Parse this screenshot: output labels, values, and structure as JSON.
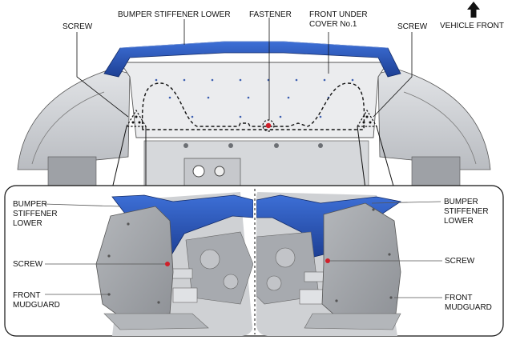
{
  "top_view": {
    "labels": {
      "bumper_stiffener_lower": "BUMPER STIFFENER LOWER",
      "fastener": "FASTENER",
      "front_under_cover_1": "FRONT UNDER",
      "front_under_cover_2": "COVER No.1",
      "screw_left": "SCREW",
      "screw_right": "SCREW",
      "vehicle_front": "VEHICLE FRONT"
    }
  },
  "detail_left": {
    "labels": {
      "bumper_1": "BUMPER",
      "bumper_2": "STIFFENER",
      "bumper_3": "LOWER",
      "screw": "SCREW",
      "mudguard_1": "FRONT",
      "mudguard_2": "MUDGUARD"
    }
  },
  "detail_right": {
    "labels": {
      "bumper_1": "BUMPER",
      "bumper_2": "STIFFENER",
      "bumper_3": "LOWER",
      "screw": "SCREW",
      "mudguard_1": "FRONT",
      "mudguard_2": "MUDGUARD"
    }
  },
  "colors": {
    "stiffener_blue": "#2454b8",
    "cover_gray": "#e9eaec",
    "body_gray": "#cfd1d4",
    "dark_gray": "#8a8d92",
    "fastener_red": "#d0202a"
  }
}
